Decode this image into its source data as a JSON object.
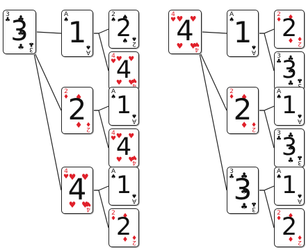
{
  "colors": {
    "red_suit": "#e0202a",
    "black_suit": "#111111",
    "connector": "#222222",
    "card_border": "#222222"
  },
  "trees": [
    {
      "root": {
        "rank": "3",
        "big": "3",
        "suit": "♣",
        "suit_icon": "club-icon",
        "color": "black"
      },
      "children": [
        {
          "card": {
            "rank": "A",
            "big": "1",
            "suit": "♠",
            "suit_icon": "spade-icon",
            "color": "black"
          },
          "leaves": [
            {
              "rank": "2",
              "big": "2",
              "suit": "♠",
              "suit_icon": "spade-icon",
              "color": "black"
            },
            {
              "rank": "4",
              "big": "4",
              "suit": "♥",
              "suit_icon": "heart-icon",
              "color": "red"
            }
          ]
        },
        {
          "card": {
            "rank": "2",
            "big": "2",
            "suit": "♦",
            "suit_icon": "diamond-icon",
            "color": "red"
          },
          "leaves": [
            {
              "rank": "A",
              "big": "1",
              "suit": "♠",
              "suit_icon": "spade-icon",
              "color": "black"
            },
            {
              "rank": "4",
              "big": "4",
              "suit": "♥",
              "suit_icon": "heart-icon",
              "color": "red"
            }
          ]
        },
        {
          "card": {
            "rank": "4",
            "big": "4",
            "suit": "♥",
            "suit_icon": "heart-icon",
            "color": "red"
          },
          "leaves": [
            {
              "rank": "A",
              "big": "1",
              "suit": "♠",
              "suit_icon": "spade-icon",
              "color": "black"
            },
            {
              "rank": "2",
              "big": "2",
              "suit": "♦",
              "suit_icon": "diamond-icon",
              "color": "red"
            }
          ]
        }
      ]
    },
    {
      "root": {
        "rank": "4",
        "big": "4",
        "suit": "♥",
        "suit_icon": "heart-icon",
        "color": "red"
      },
      "children": [
        {
          "card": {
            "rank": "A",
            "big": "1",
            "suit": "♠",
            "suit_icon": "spade-icon",
            "color": "black"
          },
          "leaves": [
            {
              "rank": "2",
              "big": "2",
              "suit": "♦",
              "suit_icon": "diamond-icon",
              "color": "red"
            },
            {
              "rank": "3",
              "big": "3",
              "suit": "♣",
              "suit_icon": "club-icon",
              "color": "black"
            }
          ]
        },
        {
          "card": {
            "rank": "2",
            "big": "2",
            "suit": "♦",
            "suit_icon": "diamond-icon",
            "color": "red"
          },
          "leaves": [
            {
              "rank": "A",
              "big": "1",
              "suit": "♠",
              "suit_icon": "spade-icon",
              "color": "black"
            },
            {
              "rank": "3",
              "big": "3",
              "suit": "♣",
              "suit_icon": "club-icon",
              "color": "black"
            }
          ]
        },
        {
          "card": {
            "rank": "3",
            "big": "3",
            "suit": "♣",
            "suit_icon": "club-icon",
            "color": "black"
          },
          "leaves": [
            {
              "rank": "A",
              "big": "1",
              "suit": "♠",
              "suit_icon": "spade-icon",
              "color": "black"
            },
            {
              "rank": "2",
              "big": "2",
              "suit": "♦",
              "suit_icon": "diamond-icon",
              "color": "red"
            }
          ]
        }
      ]
    }
  ]
}
